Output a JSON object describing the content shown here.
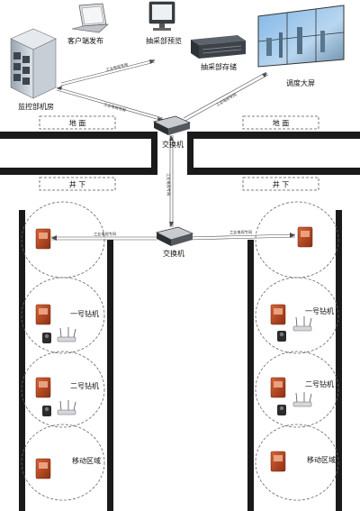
{
  "labels": {
    "client_release": "客户端发布",
    "mining_preview": "抽采部预览",
    "mining_storage": "抽采部存储",
    "dispatch_screen": "调度大屏",
    "monitor_room": "监控部机房",
    "switch_top": "交换机",
    "switch_mid": "交换机",
    "surface_left": "地  面",
    "surface_right": "地  面",
    "underground_left": "井  下",
    "underground_right": "井  下",
    "drill1_left": "一号钻机",
    "drill1_right": "一号钻机",
    "drill2_left": "二号钻机",
    "drill2_right": "二号钻机",
    "mobile_left": "移动区域",
    "mobile_right": "移动区域"
  },
  "link_labels": {
    "l1": "工业电视专网",
    "l2": "工业电视专网",
    "l3": "工业电视专网",
    "l4": "工业电视专网",
    "l5": "工业电视专网",
    "l6": "工业电视专网"
  },
  "colors": {
    "wall": "#1a1a1a",
    "device_red": "#b5451f",
    "cable": "#4a4a4a"
  }
}
